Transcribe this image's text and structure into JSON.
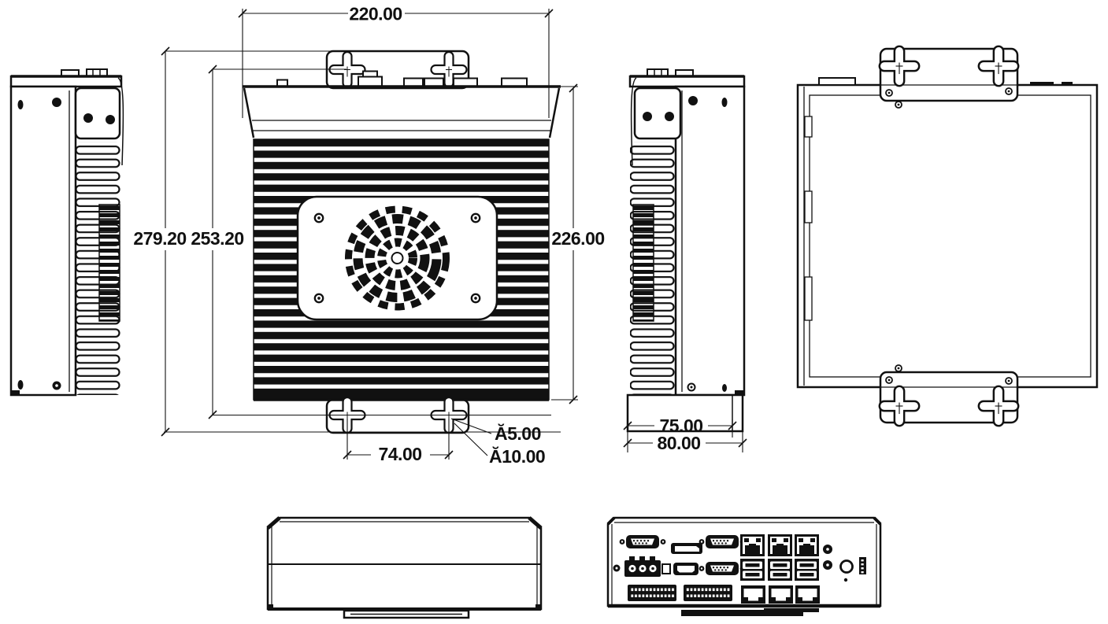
{
  "drawing": {
    "colors": {
      "line": "#111111",
      "background": "#ffffff"
    },
    "views": {
      "left_side": "left-side-view",
      "front": "front-heatsink-view",
      "right_side": "right-side-view",
      "top": "top-plate-view",
      "front_panel": "front-panel-view",
      "rear_panel": "rear-io-panel-view"
    },
    "dimensions": {
      "overall_width": "220.00",
      "overall_height": "279.20",
      "mounting_pitch_height": "253.20",
      "body_height": "226.00",
      "mounting_hole_pitch": "74.00",
      "hole_diameter_small": "Ă5.00",
      "hole_diameter_large": "Ă10.00",
      "depth_inner": "75.00",
      "depth_overall": "80.00"
    }
  }
}
